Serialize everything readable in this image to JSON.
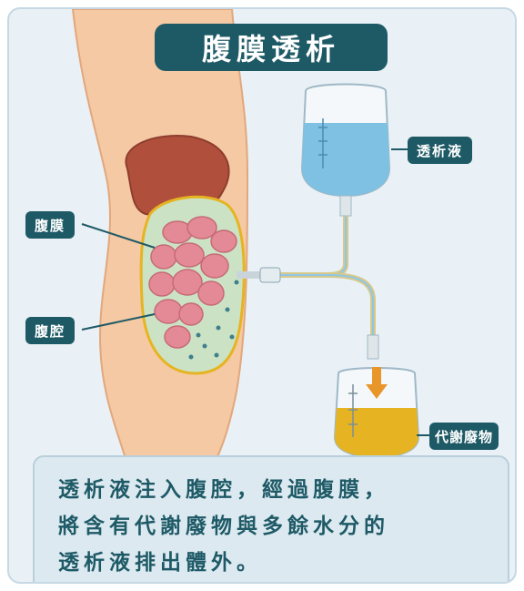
{
  "title": "腹膜透析",
  "labels": {
    "peritoneum": "腹膜",
    "peritoneal_cavity": "腹腔",
    "dialysate": "透析液",
    "waste": "代謝廢物"
  },
  "caption": {
    "line1": "透析液注入腹腔，經過腹膜，",
    "line2": "將含有代謝廢物與多餘水分的",
    "line3": "透析液排出體外。"
  },
  "colors": {
    "title_bg": "#1e5a66",
    "card_bg": "#e9f1f6",
    "skin": "#f4c9a3",
    "dialysate": "#7fc1e3",
    "waste": "#e6b422",
    "intestine": "#e48a96"
  }
}
